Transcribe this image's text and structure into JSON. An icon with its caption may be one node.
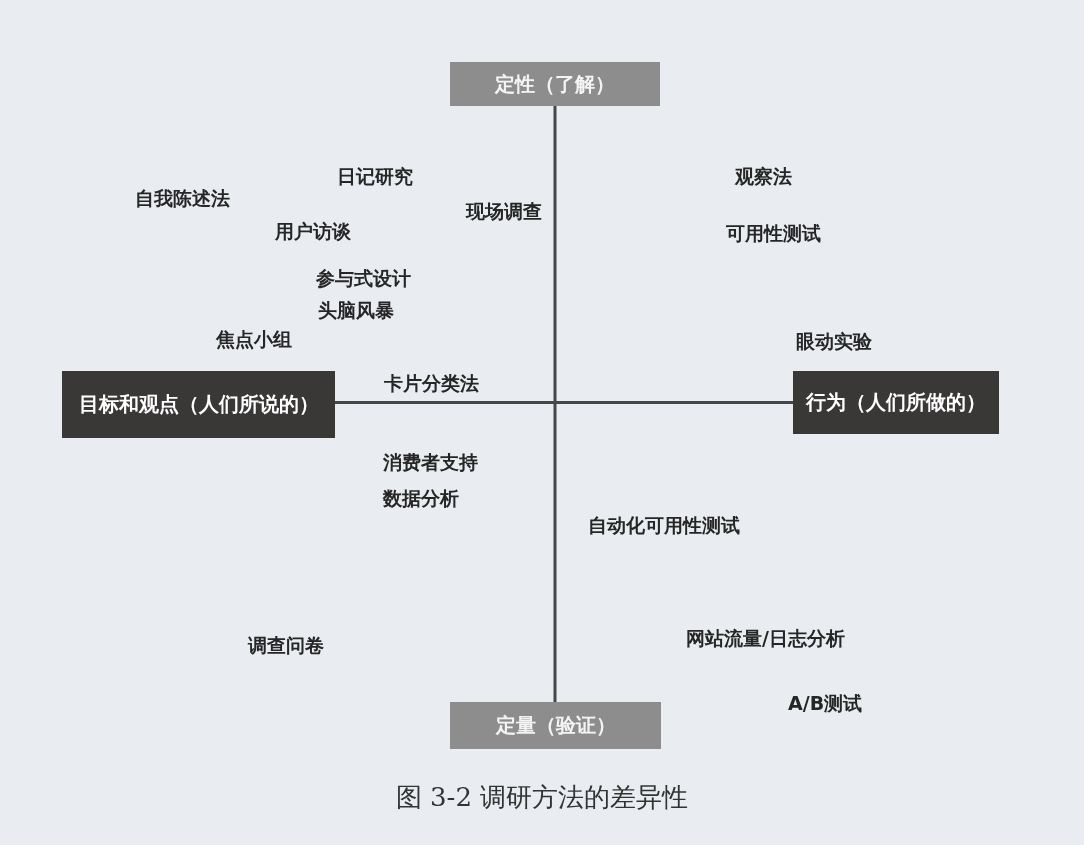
{
  "diagram": {
    "caption": "图 3-2 调研方法的差异性",
    "nodes": [
      {
        "text": [
          "定性（了解）"
        ]
      },
      {
        "text": [
          "目标和观点（人们所说的）"
        ]
      },
      {
        "text": [
          "行为（人们所做的）"
        ]
      },
      {
        "text": [
          "定量（验证）"
        ]
      }
    ],
    "edges": [
      {
        "from": 0,
        "to": 3,
        "arrow": "none"
      },
      {
        "from": 1,
        "to": 2,
        "arrow": "none"
      }
    ],
    "labels": [
      "日记研究",
      "观察法",
      "自我陈述法",
      "现场调查",
      "用户访谈",
      "可用性测试",
      "参与式设计",
      "头脑风暴",
      "焦点小组",
      "眼动实验",
      "卡片分类法",
      "消费者支持",
      "数据分析",
      "自动化可用性测试",
      "调查问卷",
      "网站流量/日志分析",
      "A/B测试"
    ]
  }
}
